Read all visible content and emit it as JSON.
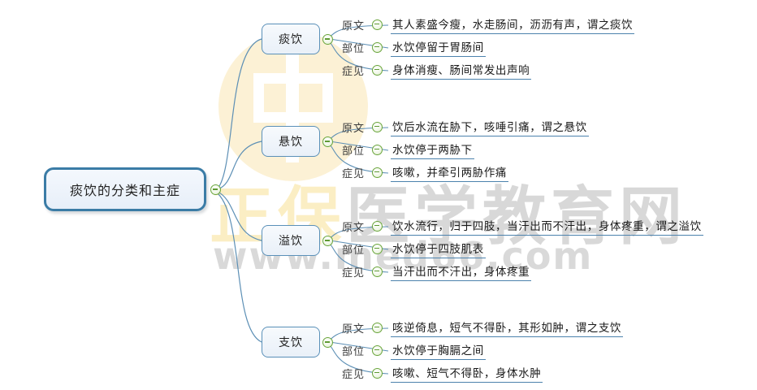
{
  "root": {
    "label": "痰饮的分类和主症",
    "collapse_icon": "circle-minus-icon"
  },
  "branches": [
    {
      "id": "tanyin",
      "label": "痰饮",
      "collapse_icon": "circle-minus-icon",
      "leaves": [
        {
          "label": "原文",
          "icon": "circle-minus-icon",
          "text": "其人素盛今瘦，水走肠间，沥沥有声，谓之痰饮"
        },
        {
          "label": "部位",
          "icon": "circle-minus-icon",
          "text": "水饮停留于胃肠间"
        },
        {
          "label": "症见",
          "icon": "circle-minus-icon",
          "text": "身体消瘦、肠间常发出声响"
        }
      ]
    },
    {
      "id": "xuanyin",
      "label": "悬饮",
      "collapse_icon": "circle-minus-icon",
      "leaves": [
        {
          "label": "原文",
          "icon": "circle-minus-icon",
          "text": "饮后水流在胁下，咳唾引痛，谓之悬饮"
        },
        {
          "label": "部位",
          "icon": "circle-minus-icon",
          "text": "水饮停于两胁下"
        },
        {
          "label": "症见",
          "icon": "circle-minus-icon",
          "text": "咳嗽，并牵引两胁作痛"
        }
      ]
    },
    {
      "id": "yiyin",
      "label": "溢饮",
      "collapse_icon": "circle-minus-icon",
      "leaves": [
        {
          "label": "原文",
          "icon": "circle-minus-icon",
          "text": "饮水流行，归于四肢，当汗出而不汗出，身体疼重，谓之溢饮"
        },
        {
          "label": "部位",
          "icon": "circle-minus-icon",
          "text": "水饮停于四肢肌表"
        },
        {
          "label": "症见",
          "icon": "circle-minus-icon",
          "text": "当汗出而不汗出，身体疼重"
        }
      ]
    },
    {
      "id": "zhiyin",
      "label": "支饮",
      "collapse_icon": "circle-minus-icon",
      "leaves": [
        {
          "label": "原文",
          "icon": "circle-minus-icon",
          "text": "咳逆倚息，短气不得卧，其形如肿，谓之支饮"
        },
        {
          "label": "部位",
          "icon": "circle-minus-icon",
          "text": "水饮停于胸膈之间"
        },
        {
          "label": "症见",
          "icon": "circle-minus-icon",
          "text": "咳嗽、短气不得卧，身体水肿"
        }
      ]
    }
  ],
  "watermark": {
    "brand_yellow": "正保",
    "brand_gray": "医学教育网",
    "url": "www.med66.com",
    "logo": "circular-seal-logo"
  },
  "colors": {
    "root_border": "#3b7ca6",
    "branch_border": "#5a90b8",
    "connector": "#5c8fb5",
    "underline": "#4c82ad",
    "icon_green": "#6aa53c",
    "watermark_yellow": "#fbeec4",
    "watermark_gray": "#d8d8d8"
  }
}
